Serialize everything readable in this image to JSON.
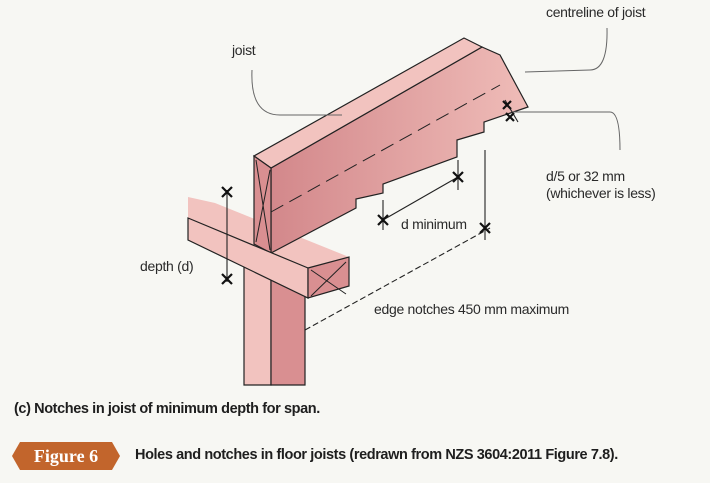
{
  "labels": {
    "joist": "joist",
    "centreline": "centreline of joist",
    "notch_depth_line1": "d/5 or 32 mm",
    "notch_depth_line2": "(whichever is less)",
    "d_minimum": "d minimum",
    "depth": "depth (d)",
    "edge_notches": "edge notches 450 mm maximum"
  },
  "subcaption": "(c) Notches in joist of minimum depth for span.",
  "figure": {
    "badge": "Figure 6",
    "caption": "Holes and notches in floor joists (redrawn from NZS 3604:2011 Figure 7.8)."
  },
  "colors": {
    "timber_light": "#f2c3bf",
    "timber_mid": "#d98f91",
    "accent": "#c2652c",
    "background": "#f7f7f3"
  }
}
